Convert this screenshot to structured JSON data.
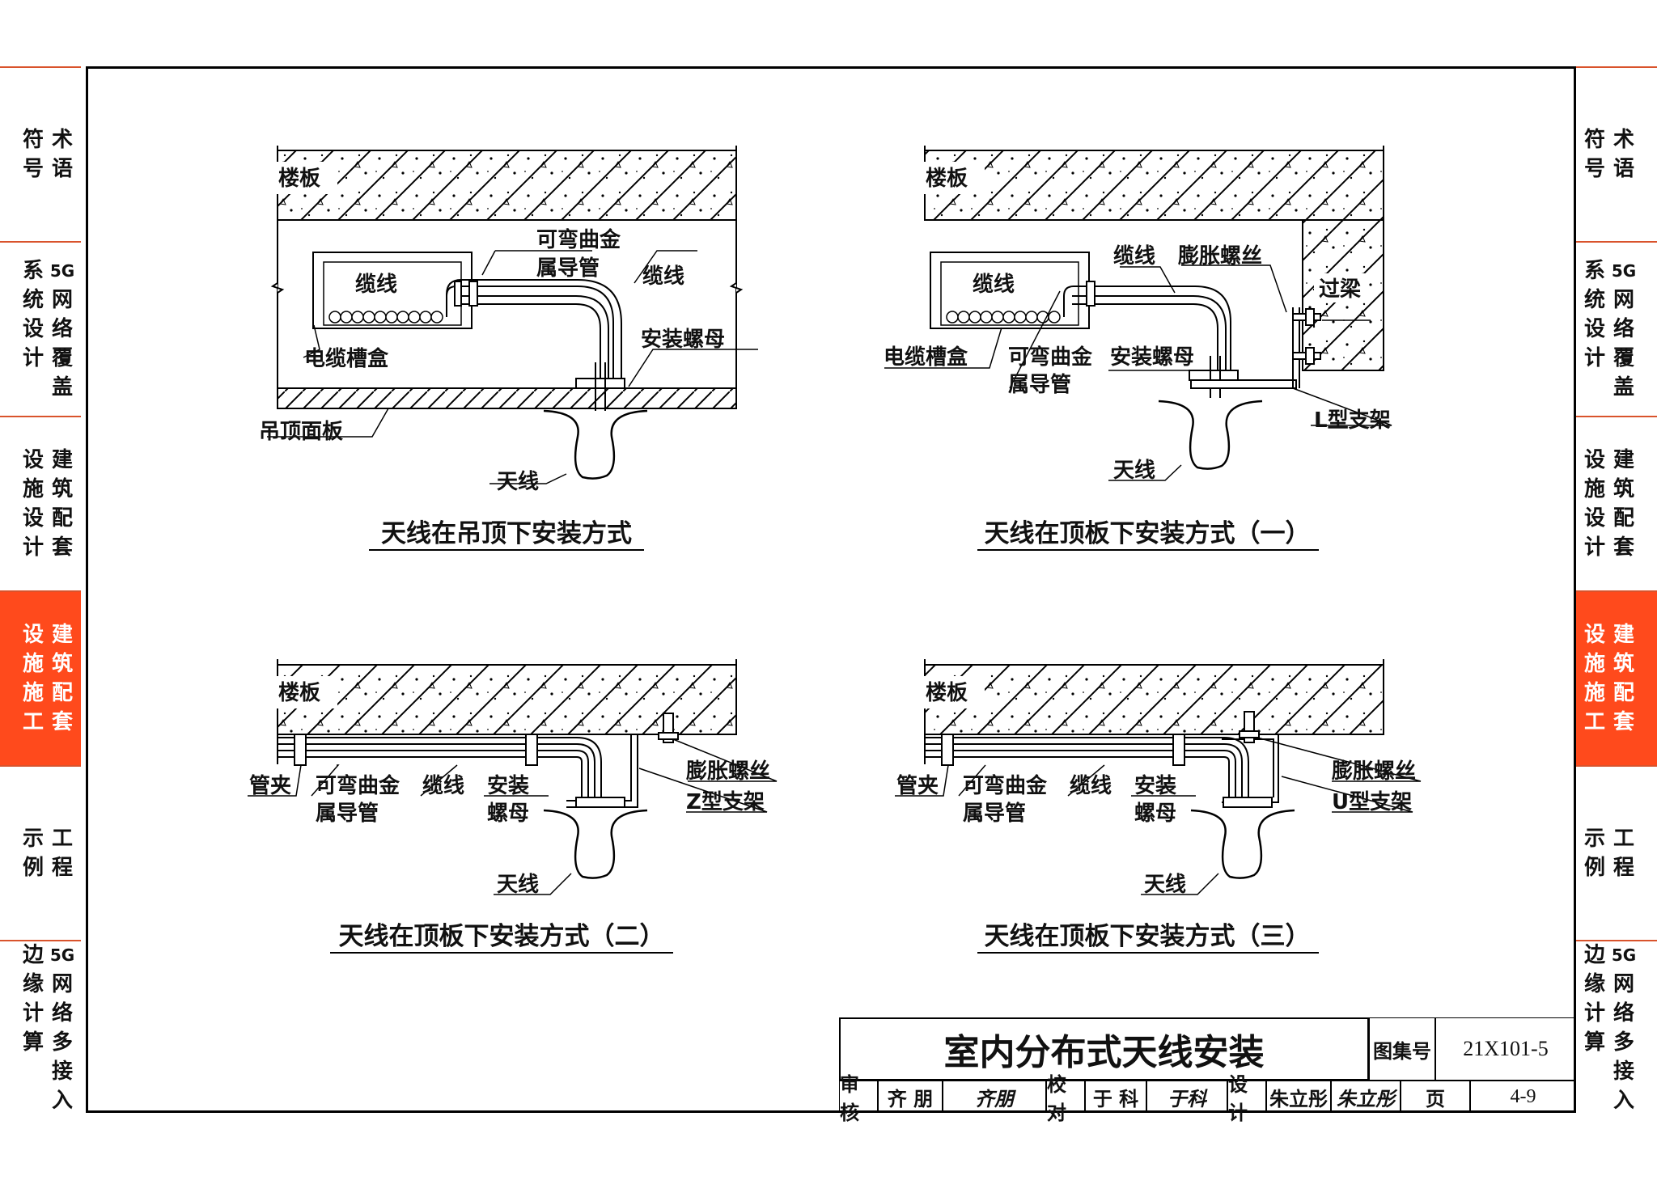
{
  "side_tabs": [
    {
      "id": "terms",
      "columns": [
        "术语",
        "符号"
      ],
      "active": false
    },
    {
      "id": "5g-design",
      "columns": [
        "5G网络覆盖",
        "系统设计"
      ],
      "active": false
    },
    {
      "id": "building-design",
      "columns": [
        "建筑配套",
        "设施设计"
      ],
      "active": false
    },
    {
      "id": "building-construction",
      "columns": [
        "建筑配套",
        "设施施工"
      ],
      "active": true
    },
    {
      "id": "examples",
      "columns": [
        "工程",
        "示例"
      ],
      "active": false
    },
    {
      "id": "5g-edge",
      "columns": [
        "5G网络多接入",
        "边缘计算"
      ],
      "active": false
    }
  ],
  "diagrams": {
    "d1": {
      "caption": "天线在吊顶下安装方式",
      "slab": "楼板",
      "cable_in_tray": "缆线",
      "conduit_line1": "可弯曲金",
      "conduit_line2": "属导管",
      "cable": "缆线",
      "nut": "安装螺母",
      "tray": "电缆槽盒",
      "ceiling": "吊顶面板",
      "antenna": "天线"
    },
    "d2": {
      "caption": "天线在顶板下安装方式（一）",
      "slab": "楼板",
      "cable_in_tray": "缆线",
      "cable": "缆线",
      "bolt": "膨胀螺丝",
      "beam": "过梁",
      "tray": "电缆槽盒",
      "conduit_line1": "可弯曲金",
      "conduit_line2": "属导管",
      "nut": "安装螺母",
      "bracket": "L型支架",
      "antenna": "天线"
    },
    "d3": {
      "caption": "天线在顶板下安装方式（二）",
      "slab": "楼板",
      "clamp": "管夹",
      "conduit_line1": "可弯曲金",
      "conduit_line2": "属导管",
      "cable": "缆线",
      "nut_line1": "安装",
      "nut_line2": "螺母",
      "bolt": "膨胀螺丝",
      "bracket": "Z型支架",
      "antenna": "天线"
    },
    "d4": {
      "caption": "天线在顶板下安装方式（三）",
      "slab": "楼板",
      "clamp": "管夹",
      "conduit_line1": "可弯曲金",
      "conduit_line2": "属导管",
      "cable": "缆线",
      "nut_line1": "安装",
      "nut_line2": "螺母",
      "bolt": "膨胀螺丝",
      "bracket": "U型支架",
      "antenna": "天线"
    }
  },
  "title_block": {
    "title": "室内分布式天线安装",
    "atlas_label": "图集号",
    "atlas_no": "21X101-5",
    "review_label": "审核",
    "reviewer": "齐 朋",
    "review_sign": "齐朋",
    "check_label": "校对",
    "checker": "于 科",
    "check_sign": "于科",
    "design_label": "设计",
    "designer": "朱立彤",
    "design_sign": "朱立彤",
    "page_label": "页",
    "page_no": "4-9"
  },
  "colors": {
    "accent": "#ff4a1c",
    "tab_border": "#d9532c",
    "line": "#000000"
  }
}
